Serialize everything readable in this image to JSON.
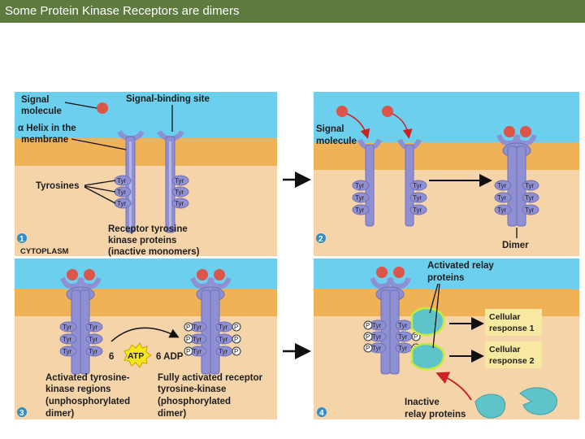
{
  "header": {
    "title": "Some Protein Kinase Receptors are dimers"
  },
  "panel1": {
    "step": "1",
    "signal_molecule": [
      "Signal",
      "molecule"
    ],
    "binding_site": "Signal-binding site",
    "alpha_helix": [
      "α Helix in the",
      "membrane"
    ],
    "tyrosines": "Tyrosines",
    "receptor": [
      "Receptor tyrosine",
      "kinase proteins",
      "(inactive monomers)"
    ],
    "cytoplasm": "CYTOPLASM"
  },
  "panel2": {
    "step": "2",
    "signal_molecule": [
      "Signal",
      "molecule"
    ],
    "dimer": "Dimer"
  },
  "panel3": {
    "step": "3",
    "atp": "ATP",
    "adp": "6 ADP",
    "multiplier": "6",
    "activated_regions": [
      "Activated tyrosine-",
      "kinase regions",
      "(unphosphorylated",
      "dimer)"
    ],
    "fully_activated": [
      "Fully activated receptor",
      "tyrosine-kinase",
      "(phosphorylated",
      "dimer)"
    ]
  },
  "panel4": {
    "step": "4",
    "relay": [
      "Activated relay",
      "proteins"
    ],
    "response1": [
      "Cellular",
      "response 1"
    ],
    "response2": [
      "Cellular",
      "response 2"
    ],
    "inactive": [
      "Inactive",
      "relay proteins"
    ]
  },
  "tyr_label": "Tyr",
  "p_label": "P",
  "colors": {
    "extracellular": "#6ccfee",
    "membrane": "#f0b256",
    "cytoplasm": "#f6d4a9",
    "receptor": "#8f8fd3",
    "signal": "#dd5448",
    "relay": "#5fc4c9",
    "response_box": "#f8e9a2",
    "header": "#5f7a3e"
  }
}
